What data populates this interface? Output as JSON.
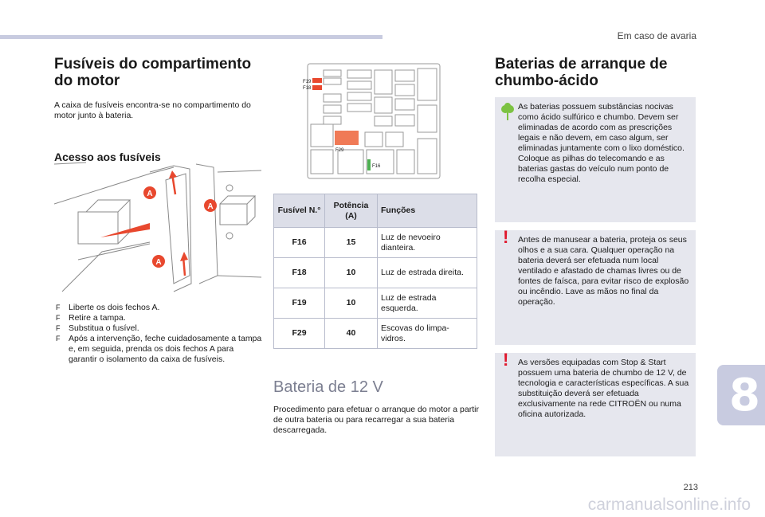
{
  "header": {
    "section": "Em caso de avaria"
  },
  "left": {
    "title": "Fusíveis do compartimento do motor",
    "intro": "A caixa de fusíveis encontra-se no compartimento do motor junto à bateria.",
    "subtitle": "Acesso aos fusíveis",
    "illustration": {
      "label": "A"
    },
    "steps": [
      {
        "bullet": "F",
        "text": "Liberte os dois fechos A."
      },
      {
        "bullet": "F",
        "text": "Retire a tampa."
      },
      {
        "bullet": "F",
        "text": "Substitua o fusível."
      },
      {
        "bullet": "F",
        "text": "Após a intervenção, feche cuidadosamente a tampa e, em seguida, prenda os dois fechos A para garantir o isolamento da caixa de fusíveis."
      }
    ]
  },
  "fusebox": {
    "labels": [
      "F19",
      "F18",
      "F29",
      "F16"
    ],
    "highlight_color": "#e8482e",
    "green_color": "#4caf50"
  },
  "table": {
    "headers": [
      "Fusível N.°",
      "Potência (A)",
      "Funções"
    ],
    "rows": [
      {
        "fuse": "F16",
        "power": "15",
        "function": "Luz de nevoeiro dianteira."
      },
      {
        "fuse": "F18",
        "power": "10",
        "function": "Luz de estrada direita."
      },
      {
        "fuse": "F19",
        "power": "10",
        "function": "Luz de estrada esquerda."
      },
      {
        "fuse": "F29",
        "power": "40",
        "function": "Escovas do limpa-vidros."
      }
    ]
  },
  "battery": {
    "title": "Bateria de 12 V",
    "text": "Procedimento para efetuar o arranque do motor a partir de outra bateria ou para recarregar a sua bateria descarregada."
  },
  "right": {
    "title": "Baterias de arranque de chumbo-ácido",
    "box1": "As baterias possuem substâncias nocivas como ácido sulfúrico e chumbo. Devem ser eliminadas de acordo com as prescrições legais e não devem, em caso algum, ser eliminadas juntamente com o lixo doméstico. Coloque as pilhas do telecomando e as baterias gastas do veículo num ponto de recolha especial.",
    "box2": "Antes de manusear a bateria, proteja os seus olhos e a sua cara. Qualquer operação na bateria deverá ser efetuada num local ventilado e afastado de chamas livres ou de fontes de faísca, para evitar risco de explosão ou incêndio. Lave as mãos no final da operação.",
    "box3": "As versões equipadas com Stop & Start possuem uma bateria de chumbo de 12 V, de tecnologia e características específicas. A sua substituição deverá ser efetuada exclusivamente na rede CITROËN ou numa oficina autorizada.",
    "warning_symbol": "!",
    "warning_color": "#e0182d",
    "eco_color": "#7cc242"
  },
  "chapter": "8",
  "page_number": "213",
  "watermark": "carmanualsonline.info"
}
